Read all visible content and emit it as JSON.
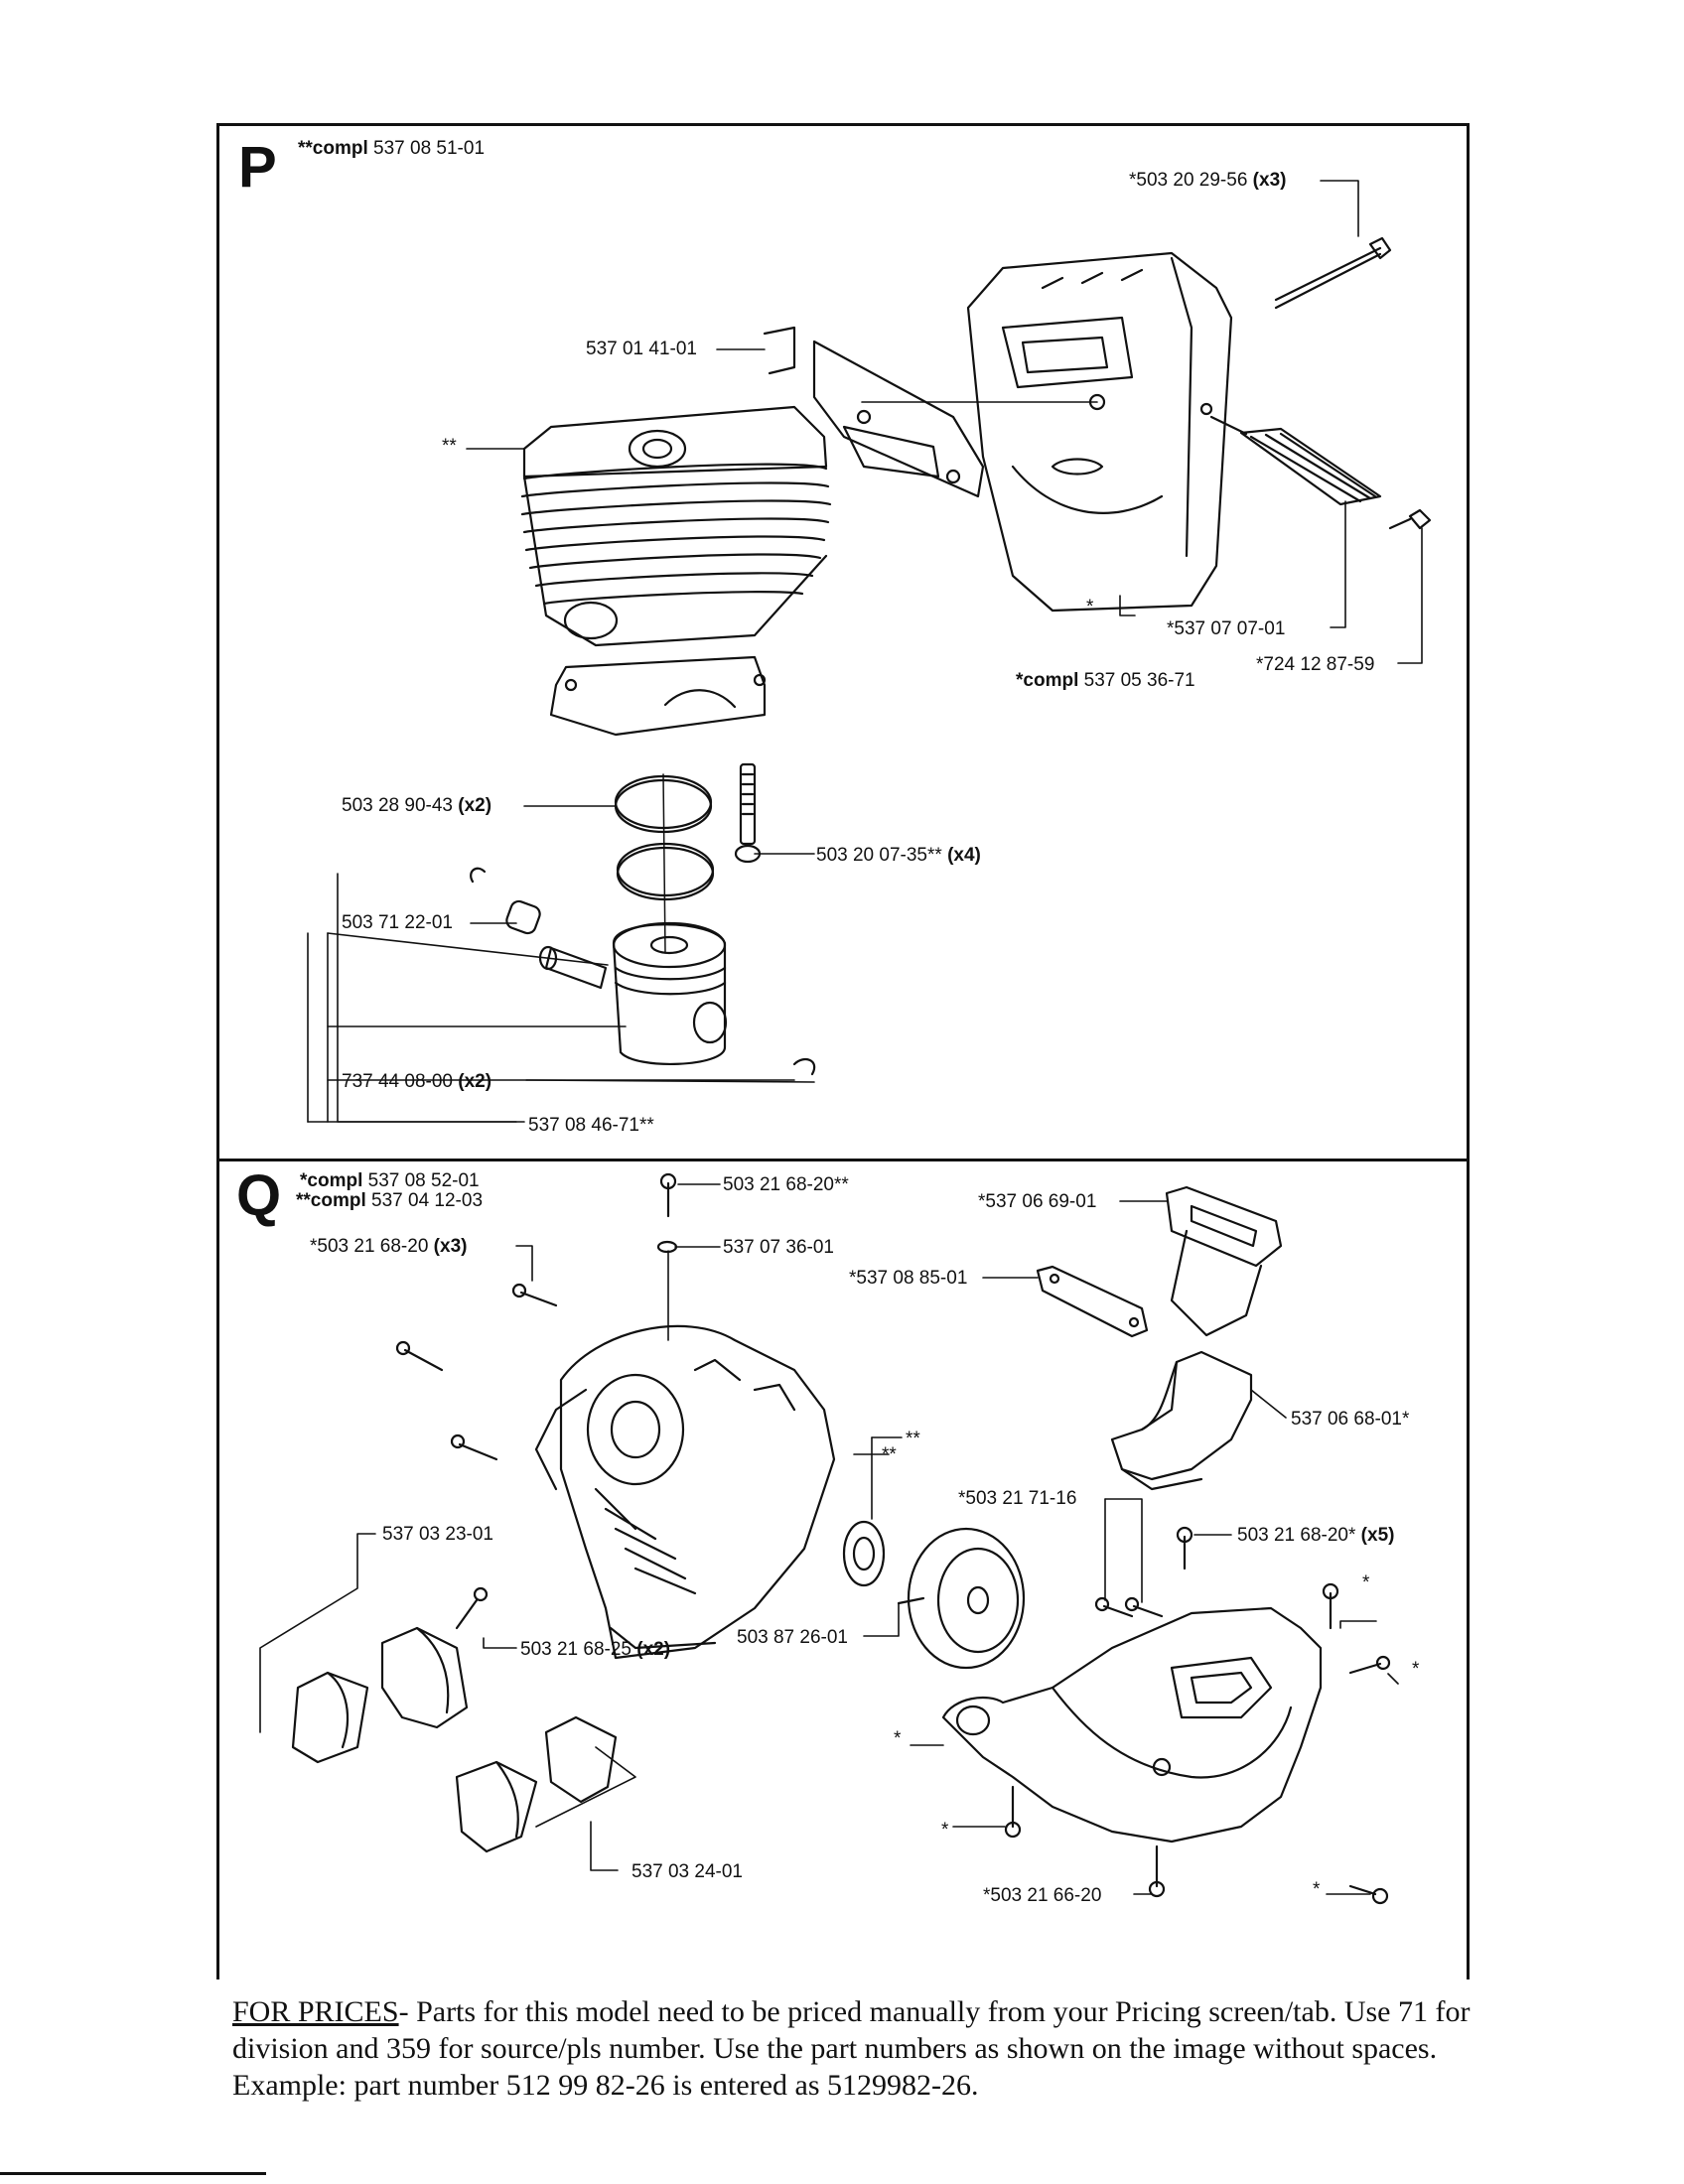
{
  "section_p": {
    "letter": "P",
    "compl_prefix": "**compl",
    "compl_number": "537 08 51-01",
    "labels": {
      "screw_muffler": "*503 20 29-56",
      "screw_muffler_qty": "(x3)",
      "bracket": "537 01 41-01",
      "cylinder_mark": "**",
      "muffler_mark": "*",
      "screen": "*537 07 07-01",
      "screw_screen": "*724 12 87-59",
      "muffler_compl_prefix": "*compl",
      "muffler_compl_number": "537 05 36-71",
      "piston_ring": "503 28 90-43",
      "piston_ring_qty": "(x2)",
      "cylinder_screw": "503 20 07-35**",
      "cylinder_screw_qty": "(x4)",
      "needle_bearing": "503 71 22-01",
      "circlip": "737 44 08-00",
      "circlip_qty": "(x2)",
      "piston_kit": "537 08 46-71**"
    }
  },
  "section_q": {
    "letter": "Q",
    "compl1_prefix": "*compl",
    "compl1_number": "537 08 52-01",
    "compl2_prefix": "**compl",
    "compl2_number": "537 04 12-03",
    "labels": {
      "screw_a": "*503 21 68-20",
      "screw_a_qty": "(x3)",
      "screw_top": "503 21 68-20**",
      "washer": "537 07 36-01",
      "gasket_1": "*537 06 69-01",
      "gasket_2": "*537 08 85-01",
      "insulator": "537 06 68-01*",
      "crankcase_mark": "**",
      "bearing_mark": "**",
      "screw_b": "*503 21 71-16",
      "screw_c": "503 21 68-20*",
      "screw_c_qty": "(x5)",
      "holder": "537 03 23-01",
      "screw_d": "503 21 68-25",
      "screw_d_qty": "(x2)",
      "clutch_drum": "503 87 26-01",
      "star1": "*",
      "star2": "*",
      "star3": "*",
      "star4": "*",
      "star5": "*",
      "clamp": "537 03 24-01",
      "screw_e": "*503 21 66-20"
    }
  },
  "footer": {
    "lead": "FOR PRICES",
    "text": "- Parts for this model need to be priced manually from your Pricing screen/tab. Use 71 for division and 359 for source/pls number.  Use the part numbers as shown on the image without spaces.  Example: part number 512 99 82-26 is entered as 5129982-26."
  }
}
